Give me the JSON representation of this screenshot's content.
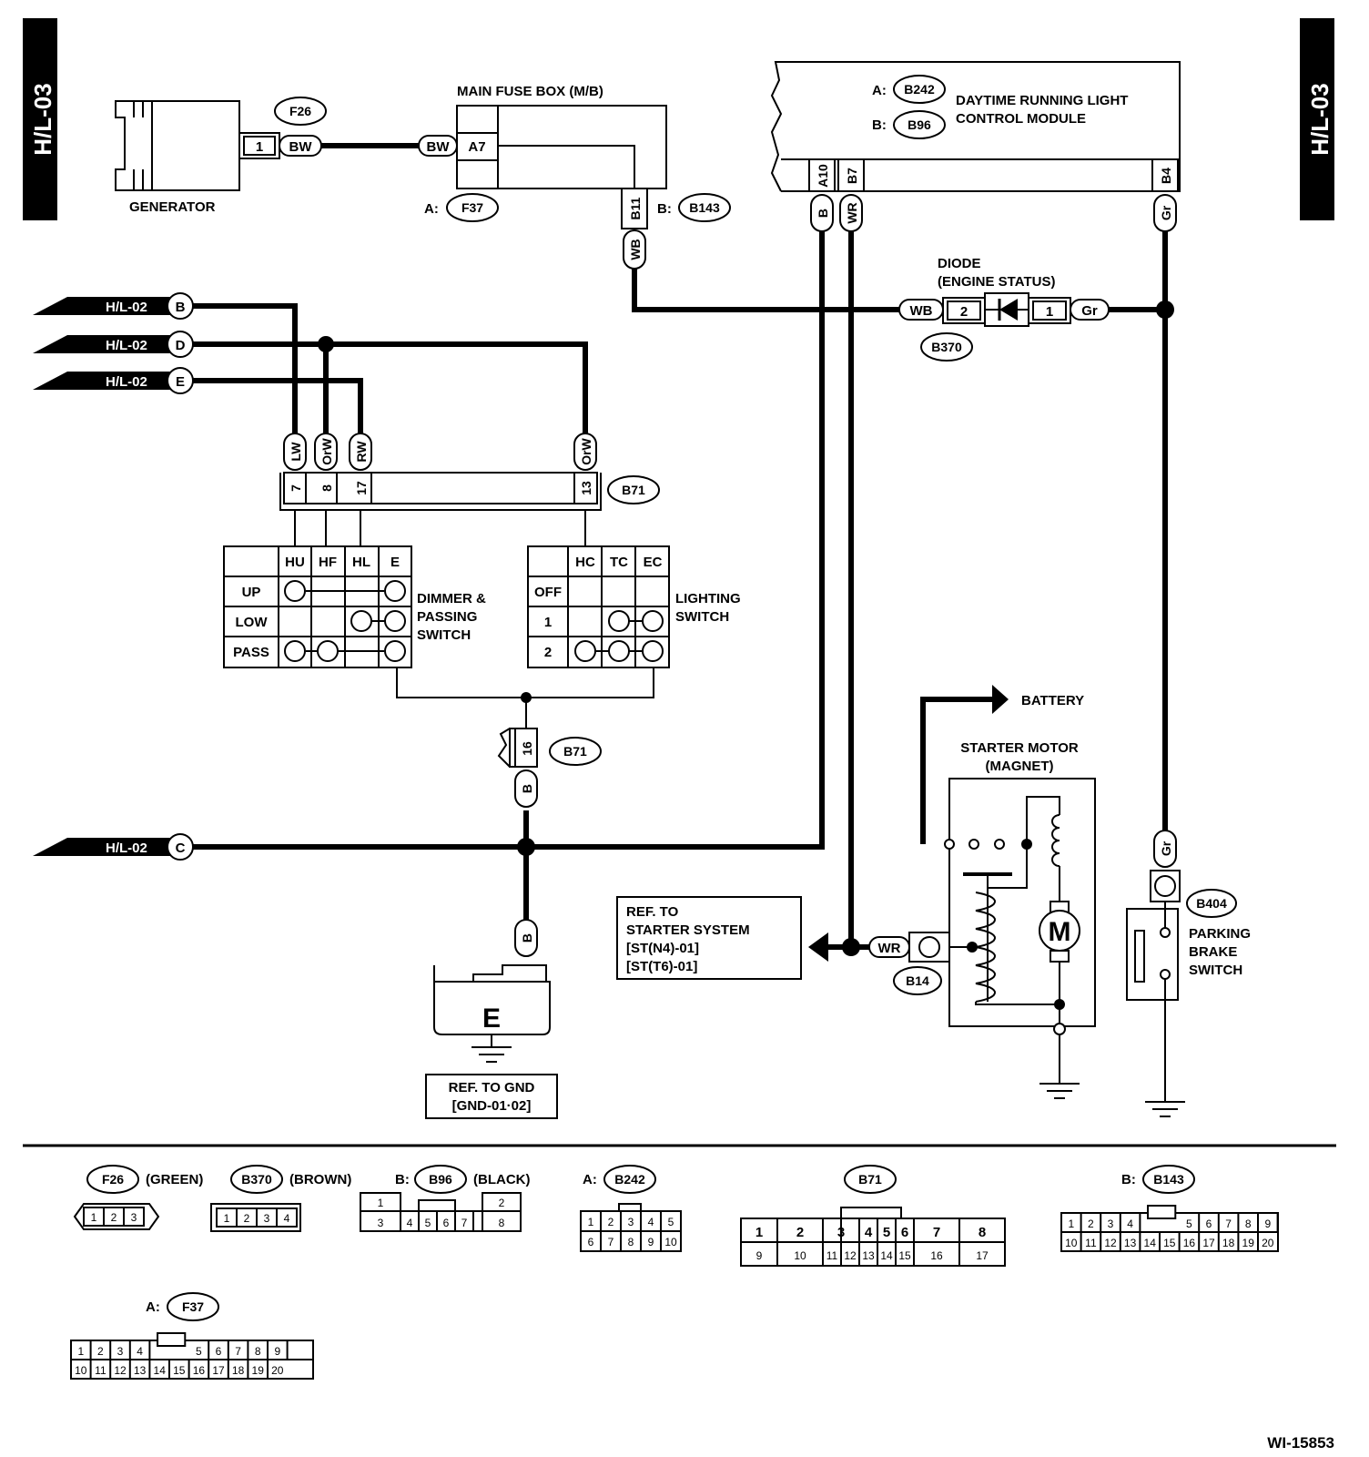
{
  "page_code": "H/L-03",
  "figure_id": "WI-15853",
  "generator": {
    "label": "GENERATOR",
    "connector": "F26",
    "pin": "1",
    "wire": "BW"
  },
  "fuse_box": {
    "label": "MAIN FUSE BOX (M/B)",
    "conn_a_prefix": "A:",
    "conn_a": "F37",
    "conn_b_prefix": "B:",
    "conn_b": "B143",
    "wire_in": "BW",
    "pin_in": "A7",
    "pin_out": "B11",
    "wire_out": "WB"
  },
  "drl_module": {
    "label_1": "DAYTIME RUNNING LIGHT",
    "label_2": "CONTROL MODULE",
    "conn_a_prefix": "A:",
    "conn_a": "B242",
    "conn_b_prefix": "B:",
    "conn_b": "B96",
    "pins": [
      "A10",
      "B7",
      "B4"
    ],
    "wires": [
      "B",
      "WR",
      "Gr"
    ]
  },
  "diode": {
    "label_1": "DIODE",
    "label_2": "(ENGINE STATUS)",
    "connector": "B370",
    "wire_left": "WB",
    "pin_left": "2",
    "pin_right": "1",
    "wire_right": "Gr"
  },
  "harness_refs": [
    {
      "ref": "H/L-02",
      "letter": "B"
    },
    {
      "ref": "H/L-02",
      "letter": "D"
    },
    {
      "ref": "H/L-02",
      "letter": "E"
    },
    {
      "ref": "H/L-02",
      "letter": "C"
    }
  ],
  "combo_connector": {
    "connector": "B71",
    "wires": [
      "LW",
      "OrW",
      "RW",
      "OrW"
    ],
    "pins": [
      "7",
      "8",
      "17",
      "13"
    ],
    "ground_pin": "16",
    "ground_wire": "B"
  },
  "dimmer_switch": {
    "label_1": "DIMMER &",
    "label_2": "PASSING",
    "label_3": "SWITCH",
    "columns": [
      "HU",
      "HF",
      "HL",
      "E"
    ],
    "rows": [
      "UP",
      "LOW",
      "PASS"
    ]
  },
  "lighting_switch": {
    "label_1": "LIGHTING",
    "label_2": "SWITCH",
    "columns": [
      "HC",
      "TC",
      "EC"
    ],
    "rows": [
      "OFF",
      "1",
      "2"
    ]
  },
  "ground": {
    "wire": "B",
    "symbol_letter": "E",
    "ref_1": "REF. TO GND",
    "ref_2": "[GND-01·02]"
  },
  "starter_ref": {
    "line_1": "REF. TO",
    "line_2": "STARTER SYSTEM",
    "line_3": "[ST(N4)-01]",
    "line_4": "[ST(T6)-01]",
    "wire": "WR",
    "connector": "B14"
  },
  "starter_motor": {
    "label_1": "STARTER MOTOR",
    "label_2": "(MAGNET)",
    "battery": "BATTERY",
    "motor_letter": "M"
  },
  "parking_brake": {
    "label_1": "PARKING",
    "label_2": "BRAKE",
    "label_3": "SWITCH",
    "connector": "B404",
    "wire": "Gr"
  },
  "connector_legend": [
    {
      "prefix": "",
      "id": "F26",
      "color": "(GREEN)",
      "rows": [
        [
          "1",
          "2",
          "3"
        ]
      ]
    },
    {
      "prefix": "",
      "id": "B370",
      "color": "(BROWN)",
      "rows": [
        [
          "1",
          "2",
          "3",
          "4"
        ]
      ]
    },
    {
      "prefix": "B:",
      "id": "B96",
      "color": "(BLACK)",
      "rows": [
        [
          "1",
          "2"
        ],
        [
          "3",
          "4",
          "5",
          "6",
          "7",
          "8"
        ]
      ]
    },
    {
      "prefix": "A:",
      "id": "B242",
      "color": "",
      "rows": [
        [
          "1",
          "2",
          "3",
          "4",
          "5"
        ],
        [
          "6",
          "7",
          "8",
          "9",
          "10"
        ]
      ]
    },
    {
      "prefix": "",
      "id": "B71",
      "color": "",
      "rows": [
        [
          "1",
          "2",
          "3",
          "4",
          "5",
          "6",
          "7",
          "8"
        ],
        [
          "9",
          "10",
          "11",
          "12",
          "13",
          "14",
          "15",
          "16",
          "17"
        ]
      ]
    },
    {
      "prefix": "B:",
      "id": "B143",
      "color": "",
      "rows": [
        [
          "1",
          "2",
          "3",
          "4",
          "5",
          "6",
          "7",
          "8",
          "9"
        ],
        [
          "10",
          "11",
          "12",
          "13",
          "14",
          "15",
          "16",
          "17",
          "18",
          "19",
          "20"
        ]
      ]
    },
    {
      "prefix": "A:",
      "id": "F37",
      "color": "",
      "rows": [
        [
          "1",
          "2",
          "3",
          "4",
          "5",
          "6",
          "7",
          "8",
          "9"
        ],
        [
          "10",
          "11",
          "12",
          "13",
          "14",
          "15",
          "16",
          "17",
          "18",
          "19",
          "20"
        ]
      ]
    }
  ]
}
